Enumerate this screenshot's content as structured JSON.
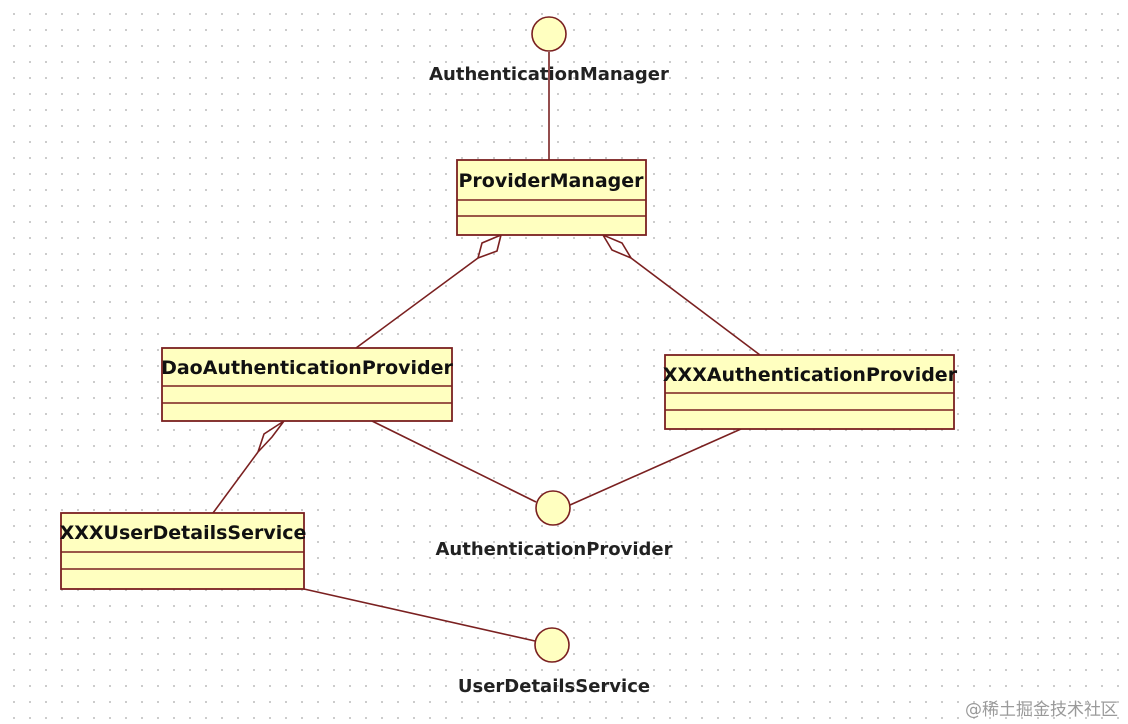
{
  "colors": {
    "stroke": "#7a2020",
    "class_fill": "#ffffc0",
    "interface_fill": "#ffffc0",
    "text": "#111111"
  },
  "interfaces": {
    "authentication_manager": "AuthenticationManager",
    "authentication_provider": "AuthenticationProvider",
    "user_details_service": "UserDetailsService"
  },
  "classes": {
    "provider_manager": "ProviderManager",
    "dao_authentication_provider": "DaoAuthenticationProvider",
    "xxx_authentication_provider": "XXXAuthenticationProvider",
    "xxx_user_details_service": "XXXUserDetailsService"
  },
  "watermark": "@稀土掘金技术社区"
}
